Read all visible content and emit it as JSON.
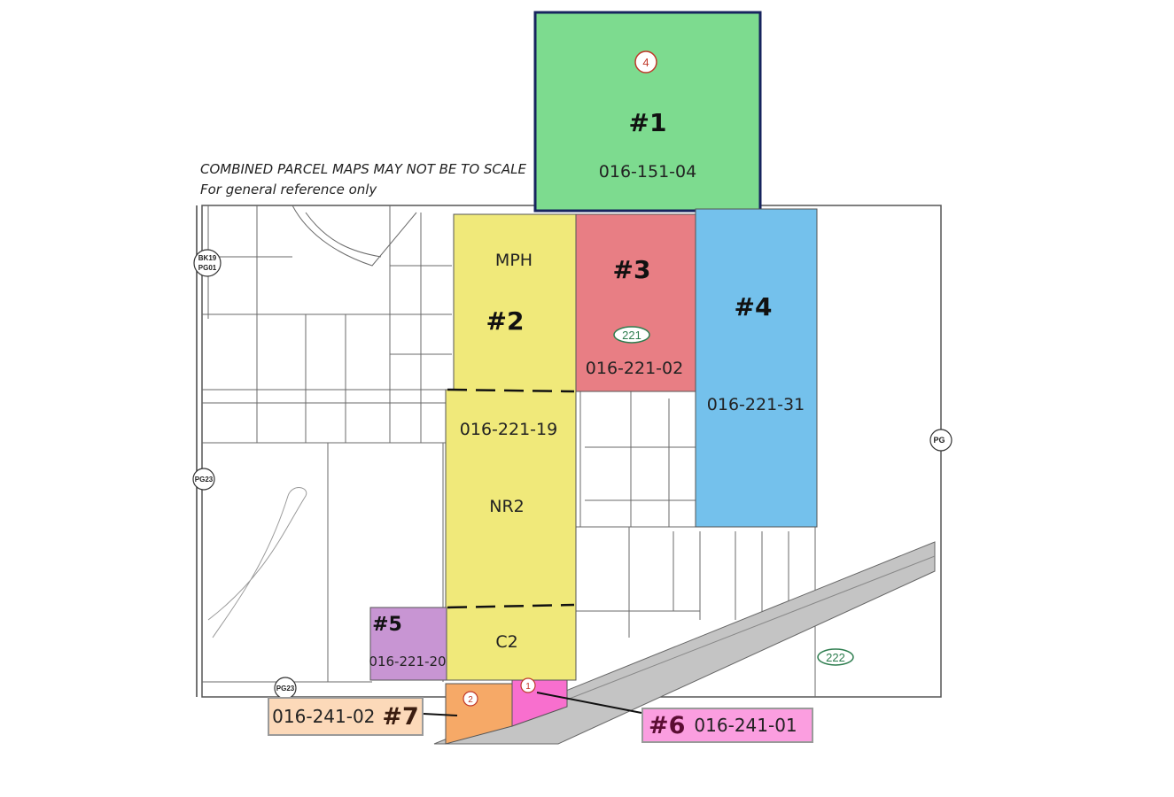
{
  "notes": {
    "line1": "COMBINED PARCEL MAPS MAY NOT BE TO SCALE",
    "line2": "For general reference only"
  },
  "colors": {
    "p1": "#7ddb8f",
    "p2": "#f0e97a",
    "p3": "#e87e84",
    "p4": "#74c1ec",
    "p5": "#c895d3",
    "p6": "#f86fce",
    "p7": "#f6a967"
  },
  "parcels": {
    "p1": {
      "number": "#1",
      "apn": "016-151-04",
      "circle": "4"
    },
    "p2": {
      "number": "#2",
      "zone_top": "MPH",
      "zone_mid": "NR2",
      "zone_bottom": "C2",
      "apn": "016-221-19"
    },
    "p3": {
      "number": "#3",
      "apn": "016-221-02",
      "oval": "221"
    },
    "p4": {
      "number": "#4",
      "apn": "016-221-31"
    },
    "p5": {
      "number": "#5",
      "apn": "016-221-20"
    },
    "p6": {
      "number": "#6",
      "apn": "016-241-01",
      "circle": "1"
    },
    "p7": {
      "number": "#7",
      "apn": "016-241-02",
      "circle": "2"
    }
  },
  "labels": {
    "oval_222": "222",
    "bk_label_line1": "BK19",
    "bk_label_line2": "PG01",
    "pg23_left": "PG23",
    "pg23_bottom": "PG23",
    "pg_right": "PG"
  }
}
